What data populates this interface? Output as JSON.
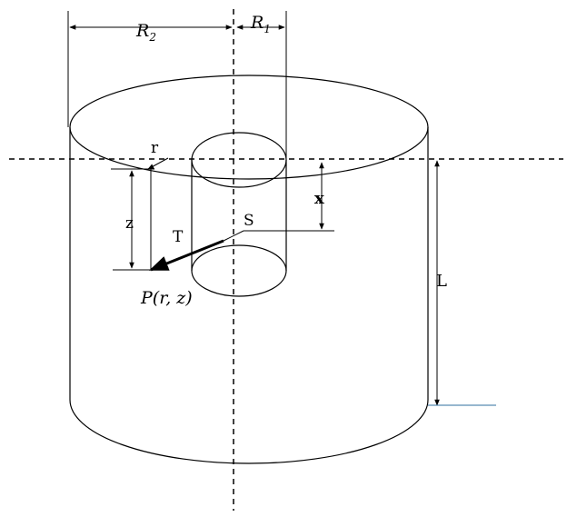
{
  "labels": {
    "r2": "R",
    "r2_sub": "2",
    "r1": "R",
    "r1_sub": "1",
    "r": "r",
    "z": "z",
    "x": "x",
    "t": "T",
    "s": "S",
    "l": "L",
    "point": "P(r, z)"
  },
  "colors": {
    "stroke": "#000000",
    "accent_line": "#2f6f9f"
  }
}
